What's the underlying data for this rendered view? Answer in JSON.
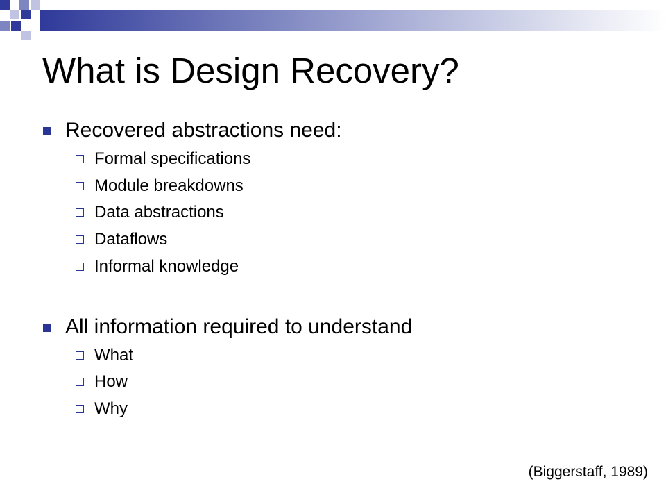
{
  "slide": {
    "title": "What is Design Recovery?",
    "sections": [
      {
        "heading": "Recovered abstractions need:",
        "items": [
          "Formal specifications",
          "Module breakdowns",
          "Data abstractions",
          "Dataflows",
          "Informal knowledge"
        ]
      },
      {
        "heading": "All information required to understand",
        "items": [
          "What",
          "How",
          "Why"
        ]
      }
    ],
    "citation": "(Biggerstaff, 1989)"
  },
  "colors": {
    "accent": "#2b3595",
    "accent_light": "#6f78b9",
    "text": "#000000",
    "background": "#ffffff"
  }
}
